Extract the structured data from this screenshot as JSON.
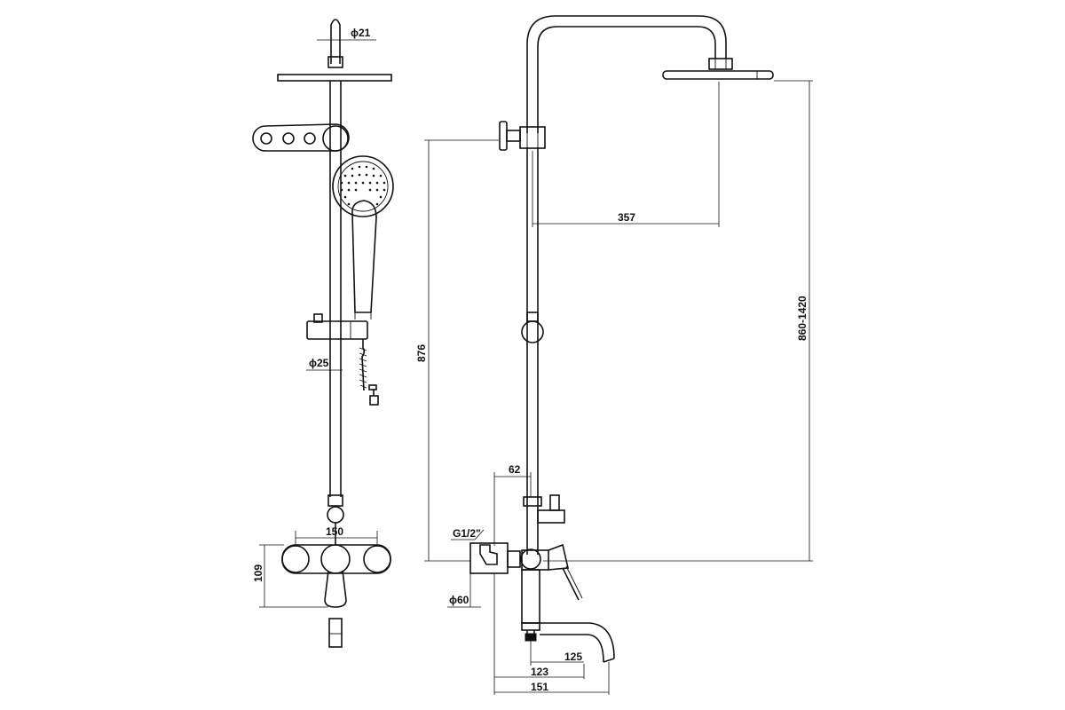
{
  "front_view": {
    "labels": {
      "top_pipe_diameter": "ϕ21",
      "rail_diameter": "ϕ25",
      "mixer_center_distance": "150",
      "mixer_height": "109"
    }
  },
  "side_view": {
    "labels": {
      "head_projection": "357",
      "outlet_height": "876",
      "adjust_range": "860-1420",
      "mixer_offset": "62",
      "thread": "G1/2\"",
      "escutcheon_diameter": "ϕ60",
      "spout_depth_125": "125",
      "spout_depth_123": "123",
      "total_depth": "151"
    }
  }
}
